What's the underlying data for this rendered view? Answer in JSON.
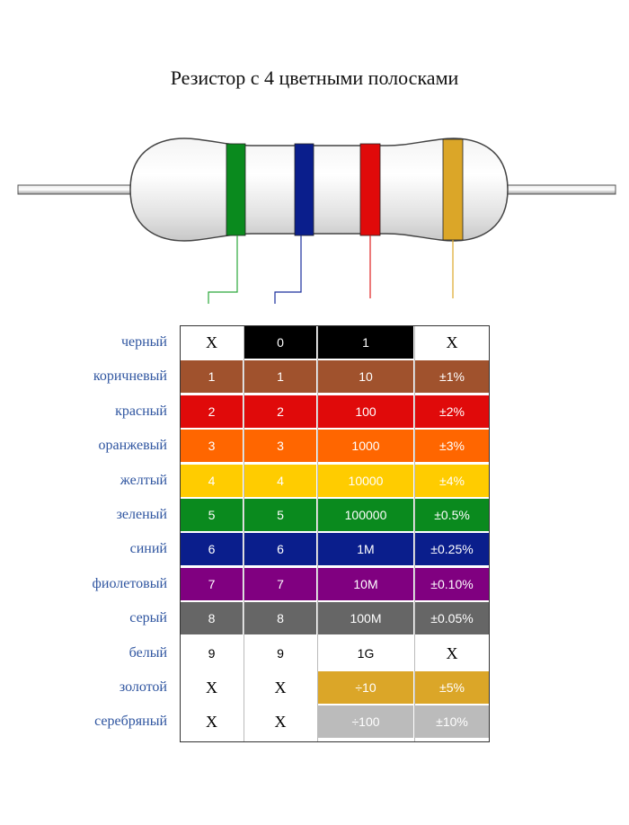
{
  "title": "Резистор с 4 цветными полосками",
  "resistor": {
    "bands": [
      {
        "name": "band-1",
        "color": "#0a8a1e"
      },
      {
        "name": "band-2",
        "color": "#0a1e8c"
      },
      {
        "name": "band-3",
        "color": "#e00a0a"
      },
      {
        "name": "band-4",
        "color": "#dba628"
      }
    ]
  },
  "table": {
    "rows": [
      {
        "label": "черный",
        "bg": "#000000",
        "fg": "#ffffff",
        "cells": [
          "X",
          "0",
          "1",
          "X"
        ],
        "cellbg": [
          "#ffffff",
          "#000000",
          "#000000",
          "#ffffff"
        ],
        "cellfg": [
          "#000000",
          "#ffffff",
          "#ffffff",
          "#000000"
        ]
      },
      {
        "label": "коричневый",
        "bg": "#a0522d",
        "fg": "#ffffff",
        "cells": [
          "1",
          "1",
          "10",
          "±1%"
        ],
        "cellbg": [
          "#a0522d",
          "#a0522d",
          "#a0522d",
          "#a0522d"
        ],
        "cellfg": [
          "#ffffff",
          "#ffffff",
          "#ffffff",
          "#ffffff"
        ]
      },
      {
        "label": "красный",
        "bg": "#e00a0a",
        "fg": "#ffffff",
        "cells": [
          "2",
          "2",
          "100",
          "±2%"
        ],
        "cellbg": [
          "#e00a0a",
          "#e00a0a",
          "#e00a0a",
          "#e00a0a"
        ],
        "cellfg": [
          "#ffffff",
          "#ffffff",
          "#ffffff",
          "#ffffff"
        ]
      },
      {
        "label": "оранжевый",
        "bg": "#ff6600",
        "fg": "#ffffff",
        "cells": [
          "3",
          "3",
          "1000",
          "±3%"
        ],
        "cellbg": [
          "#ff6600",
          "#ff6600",
          "#ff6600",
          "#ff6600"
        ],
        "cellfg": [
          "#ffffff",
          "#ffffff",
          "#ffffff",
          "#ffffff"
        ]
      },
      {
        "label": "желтый",
        "bg": "#ffcc00",
        "fg": "#ffffff",
        "cells": [
          "4",
          "4",
          "10000",
          "±4%"
        ],
        "cellbg": [
          "#ffcc00",
          "#ffcc00",
          "#ffcc00",
          "#ffcc00"
        ],
        "cellfg": [
          "#ffffff",
          "#ffffff",
          "#ffffff",
          "#ffffff"
        ]
      },
      {
        "label": "зеленый",
        "bg": "#0a8a1e",
        "fg": "#ffffff",
        "cells": [
          "5",
          "5",
          "100000",
          "±0.5%"
        ],
        "cellbg": [
          "#0a8a1e",
          "#0a8a1e",
          "#0a8a1e",
          "#0a8a1e"
        ],
        "cellfg": [
          "#ffffff",
          "#ffffff",
          "#ffffff",
          "#ffffff"
        ]
      },
      {
        "label": "синий",
        "bg": "#0a1e8c",
        "fg": "#ffffff",
        "cells": [
          "6",
          "6",
          "1M",
          "±0.25%"
        ],
        "cellbg": [
          "#0a1e8c",
          "#0a1e8c",
          "#0a1e8c",
          "#0a1e8c"
        ],
        "cellfg": [
          "#ffffff",
          "#ffffff",
          "#ffffff",
          "#ffffff"
        ]
      },
      {
        "label": "фиолетовый",
        "bg": "#800080",
        "fg": "#ffffff",
        "cells": [
          "7",
          "7",
          "10M",
          "±0.10%"
        ],
        "cellbg": [
          "#800080",
          "#800080",
          "#800080",
          "#800080"
        ],
        "cellfg": [
          "#ffffff",
          "#ffffff",
          "#ffffff",
          "#ffffff"
        ]
      },
      {
        "label": "серый",
        "bg": "#666666",
        "fg": "#ffffff",
        "cells": [
          "8",
          "8",
          "100M",
          "±0.05%"
        ],
        "cellbg": [
          "#666666",
          "#666666",
          "#666666",
          "#666666"
        ],
        "cellfg": [
          "#ffffff",
          "#ffffff",
          "#ffffff",
          "#ffffff"
        ]
      },
      {
        "label": "белый",
        "bg": "#ffffff",
        "fg": "#000000",
        "cells": [
          "9",
          "9",
          "1G",
          "X"
        ],
        "cellbg": [
          "#ffffff",
          "#ffffff",
          "#ffffff",
          "#ffffff"
        ],
        "cellfg": [
          "#000000",
          "#000000",
          "#000000",
          "#000000"
        ]
      },
      {
        "label": "золотой",
        "bg": "#dba628",
        "fg": "#ffffff",
        "cells": [
          "X",
          "X",
          "÷10",
          "±5%"
        ],
        "cellbg": [
          "#ffffff",
          "#ffffff",
          "#dba628",
          "#dba628"
        ],
        "cellfg": [
          "#000000",
          "#000000",
          "#ffffff",
          "#ffffff"
        ]
      },
      {
        "label": "серебряный",
        "bg": "#bbbbbb",
        "fg": "#ffffff",
        "cells": [
          "X",
          "X",
          "÷100",
          "±10%"
        ],
        "cellbg": [
          "#ffffff",
          "#ffffff",
          "#bbbbbb",
          "#bbbbbb"
        ],
        "cellfg": [
          "#000000",
          "#000000",
          "#ffffff",
          "#ffffff"
        ]
      }
    ]
  }
}
